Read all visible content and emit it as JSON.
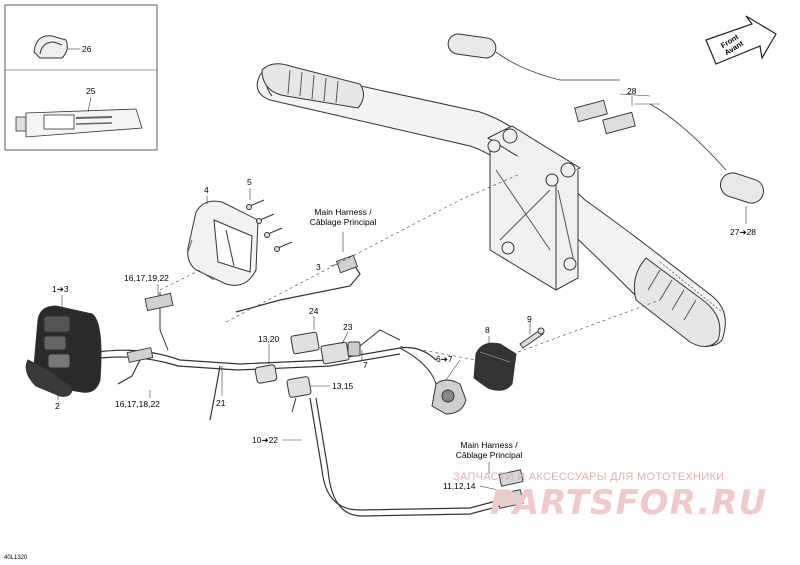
{
  "callouts": {
    "c26": "26",
    "c25": "25",
    "c4": "4",
    "c5": "5",
    "c1_3": "1➔3",
    "c16_22a": "16,17,19,22",
    "c2": "2",
    "c16_22b": "16,17,18,22",
    "c21": "21",
    "c13_20": "13,20",
    "c13_15": "13,15",
    "c10_22": "10➔22",
    "c24": "24",
    "c23": "23",
    "c7": "7",
    "c3": "3",
    "c8": "8",
    "c9": "9",
    "c6_7": "6➔7",
    "c11_14": "11,12,14",
    "c28": "28",
    "c27_28": "27➔28"
  },
  "notes": {
    "main_harness_top_en": "Main Harness /",
    "main_harness_top_fr": "Câblage Principal",
    "main_harness_bottom_en": "Main Harness /",
    "main_harness_bottom_fr": "Câblage Principal"
  },
  "front_marker": {
    "en": "Front",
    "fr": "Avant"
  },
  "watermark": {
    "line1": "ЗАПЧАСТИ И АКСЕССУАРЫ ДЛЯ МОТОТЕХНИКИ",
    "line2": "PARTSFOR.RU"
  },
  "figure_code": "40L1320"
}
